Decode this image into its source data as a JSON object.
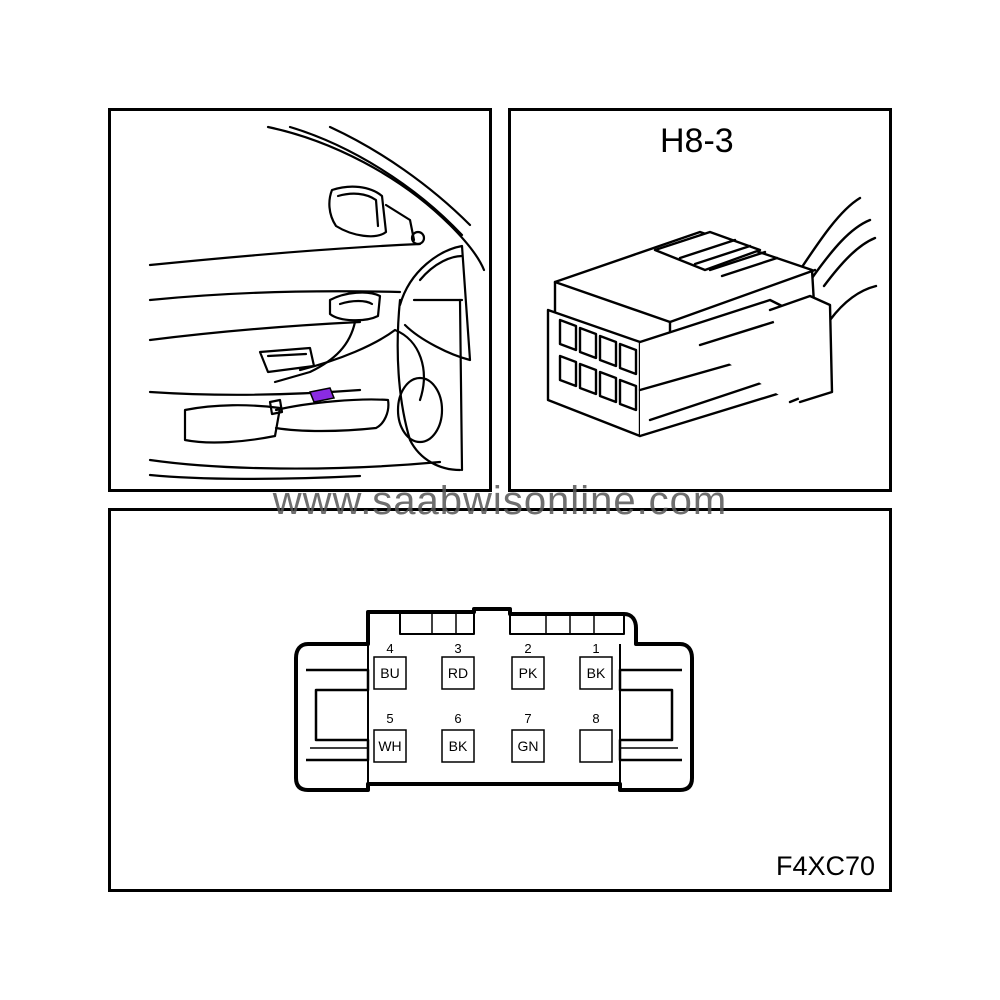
{
  "connector": {
    "title": "H8-3"
  },
  "figure_code": "F4XC70",
  "watermark": "www.saabwisonline.com",
  "colors": {
    "highlight": "#8a2be2",
    "line": "#000000"
  },
  "pins": [
    {
      "number": "4",
      "color": "BU"
    },
    {
      "number": "3",
      "color": "RD"
    },
    {
      "number": "2",
      "color": "PK"
    },
    {
      "number": "1",
      "color": "BK"
    },
    {
      "number": "5",
      "color": "WH"
    },
    {
      "number": "6",
      "color": "BK"
    },
    {
      "number": "7",
      "color": "GN"
    },
    {
      "number": "8",
      "color": ""
    }
  ]
}
